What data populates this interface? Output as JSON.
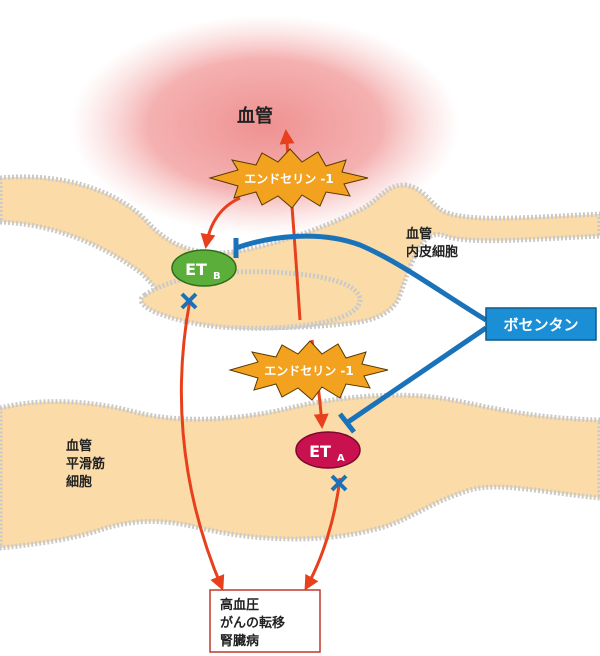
{
  "labels": {
    "vessel": "血管",
    "endothelial_line1": "血管",
    "endothelial_line2": "内皮細胞",
    "smooth_muscle_line1": "血管",
    "smooth_muscle_line2": "平滑筋",
    "smooth_muscle_line3": "細胞",
    "endothelin_top": "エンドセリン -1",
    "endothelin_mid": "エンドセリン -1",
    "etb_main": "ET",
    "etb_sub": "B",
    "eta_main": "ET",
    "eta_sub": "A",
    "drug": "ボセンタン",
    "outcome_line1": "高血圧",
    "outcome_line2": "がんの転移",
    "outcome_line3": "腎臓病"
  },
  "colors": {
    "vessel_glow": "#f29a9a",
    "membrane_fill": "#fbdca8",
    "membrane_edge": "#c9c9c9",
    "burst_fill": "#f2a21e",
    "arrow_red": "#e8401c",
    "blocker_blue": "#1a72b8",
    "etb_green": "#5cae3a",
    "eta_crimson": "#c8114e",
    "drug_box": "#1a8fd6",
    "outcome_border": "#c0392b"
  }
}
